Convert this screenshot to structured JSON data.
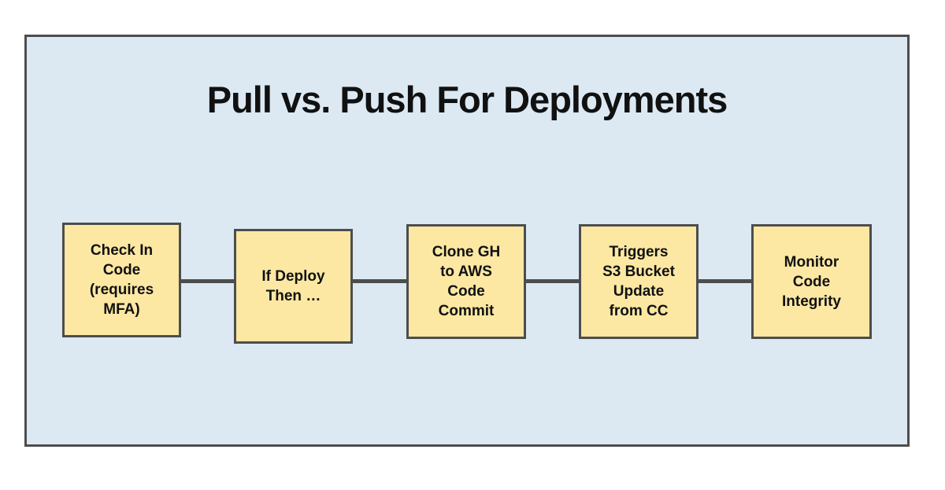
{
  "title": "Pull vs. Push For Deployments",
  "colors": {
    "canvas_background": "#dce9f3",
    "stroke": "#4d4d4d",
    "box_fill": "#fce8a3",
    "text": "#111111",
    "page_background": "#ffffff"
  },
  "flow": {
    "steps": [
      {
        "label": "Check In\nCode\n(requires\nMFA)"
      },
      {
        "label": "If Deploy\nThen …"
      },
      {
        "label": "Clone GH\nto AWS\nCode\nCommit"
      },
      {
        "label": "Triggers\nS3 Bucket\nUpdate\nfrom CC"
      },
      {
        "label": "Monitor\nCode\nIntegrity"
      }
    ]
  }
}
